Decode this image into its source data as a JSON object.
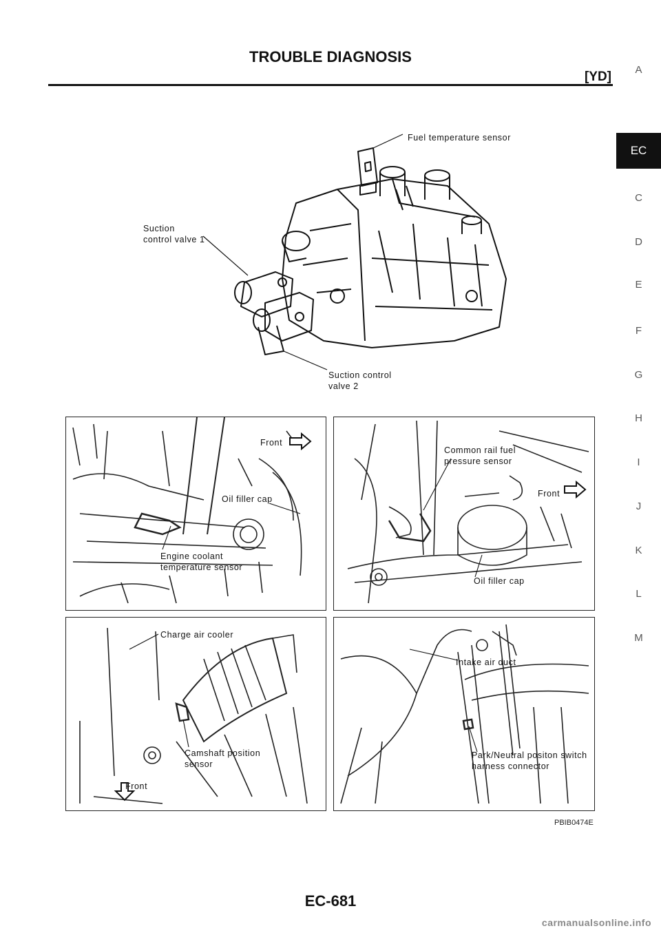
{
  "header": {
    "title": "TROUBLE DIAGNOSIS",
    "section_code": "[YD]"
  },
  "side_tabs": [
    {
      "label": "A",
      "active": false
    },
    {
      "label": "EC",
      "active": true
    },
    {
      "label": "C",
      "active": false
    },
    {
      "label": "D",
      "active": false
    },
    {
      "label": "E",
      "active": false
    },
    {
      "label": "F",
      "active": false
    },
    {
      "label": "G",
      "active": false
    },
    {
      "label": "H",
      "active": false
    },
    {
      "label": "I",
      "active": false
    },
    {
      "label": "J",
      "active": false
    },
    {
      "label": "K",
      "active": false
    },
    {
      "label": "L",
      "active": false
    },
    {
      "label": "M",
      "active": false
    }
  ],
  "figures": {
    "pump": {
      "fuel_temp_sensor": "Fuel temperature sensor",
      "scv1_line1": "Suction",
      "scv1_line2": "control valve 1",
      "scv2_line1": "Suction control",
      "scv2_line2": "valve 2"
    },
    "panel1": {
      "front": "Front",
      "oil_filler_cap": "Oil filler cap",
      "ect_line1": "Engine coolant",
      "ect_line2": "temperature sensor"
    },
    "panel2": {
      "crp_line1": "Common rail fuel",
      "crp_line2": "pressure sensor",
      "front": "Front",
      "oil_filler_cap": "Oil filler cap"
    },
    "panel3": {
      "charge_air_cooler": "Charge air cooler",
      "cmp_line1": "Camshaft position",
      "cmp_line2": "sensor",
      "front": "Front"
    },
    "panel4": {
      "intake_air_duct": "Intake air duct",
      "pnp_line1": "Park/Neutral positon switch",
      "pnp_line2": "harness connector"
    },
    "figure_code": "PBIB0474E"
  },
  "footer": {
    "page_number": "EC-681",
    "url": "carmanualsonline.info"
  }
}
